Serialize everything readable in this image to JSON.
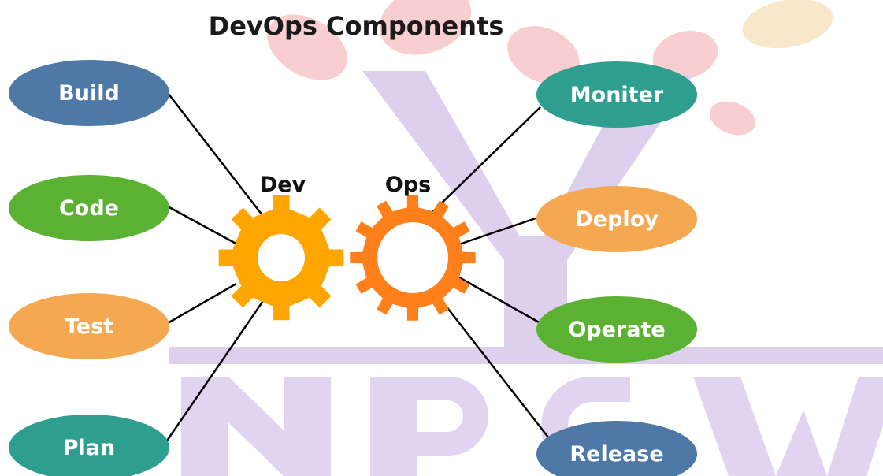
{
  "title": "DevOps Components",
  "gears": {
    "dev": {
      "label": "Dev",
      "color": "#FFA500"
    },
    "ops": {
      "label": "Ops",
      "color": "#FF7F1A"
    }
  },
  "nodes": {
    "build": {
      "label": "Build",
      "color": "#4E79A7"
    },
    "code": {
      "label": "Code",
      "color": "#5BB132"
    },
    "test": {
      "label": "Test",
      "color": "#F4A852"
    },
    "plan": {
      "label": "Plan",
      "color": "#2E9E8E"
    },
    "moniter": {
      "label": "Moniter",
      "color": "#2E9E8E"
    },
    "deploy": {
      "label": "Deploy",
      "color": "#F4A852"
    },
    "operate": {
      "label": "Operate",
      "color": "#5BB132"
    },
    "release": {
      "label": "Release",
      "color": "#4E79A7"
    }
  },
  "watermark": {
    "colors": {
      "leaf": "#F7C6C9",
      "leaf_gold": "#F9E3C4",
      "trunk": "#D9C7EB",
      "letters": "#DCCDEE"
    }
  }
}
